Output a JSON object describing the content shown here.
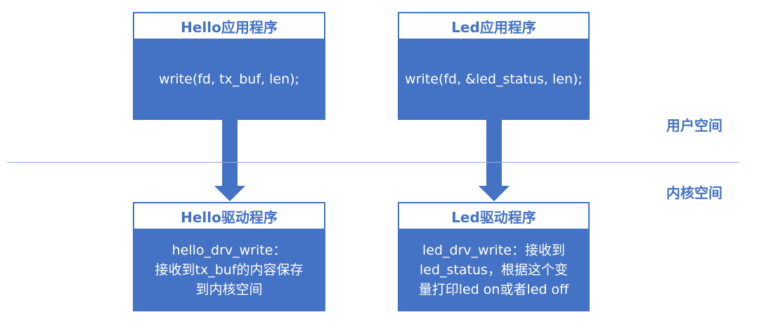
{
  "left": {
    "app_title": "Hello应用程序",
    "app_code": "write(fd, tx_buf, len);",
    "drv_title": "Hello驱动程序",
    "drv_lines": [
      "hello_drv_write：",
      "接收到tx_buf的内容保存",
      "到内核空间"
    ]
  },
  "right": {
    "app_title": "Led应用程序",
    "app_code": "write(fd, &led_status, len);",
    "drv_title": "Led驱动程序",
    "drv_lines": [
      "led_drv_write：接收到",
      "led_status，根据这个变",
      "量打印led on或者led off"
    ]
  },
  "labels": {
    "user_space": "用户空间",
    "kernel_space": "内核空间"
  }
}
